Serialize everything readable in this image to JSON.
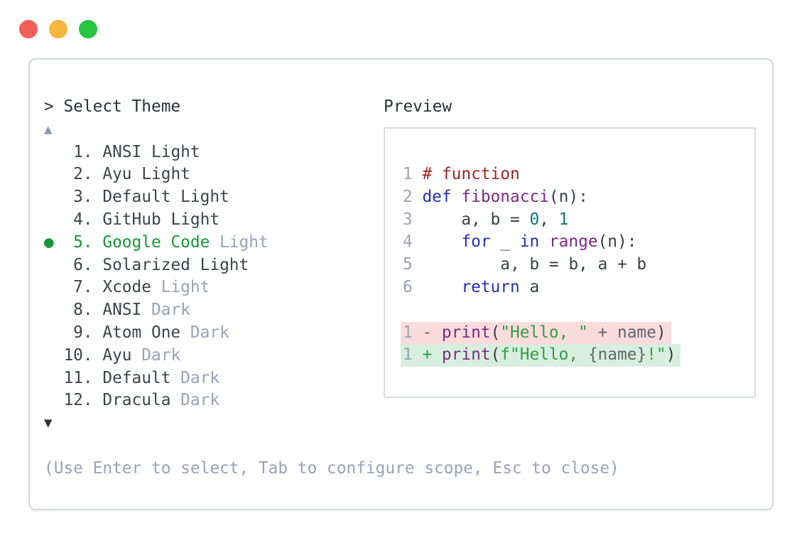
{
  "window": {
    "traffic_lights": [
      "#f2605a",
      "#f4b63d",
      "#27c43f"
    ]
  },
  "picker": {
    "prompt": "> Select Theme",
    "scroll_up_icon": "▲",
    "scroll_down_icon": "▼",
    "items": [
      {
        "num": "1",
        "name": "ANSI",
        "variant": "Light",
        "variant_dim": false,
        "selected": false
      },
      {
        "num": "2",
        "name": "Ayu",
        "variant": "Light",
        "variant_dim": false,
        "selected": false
      },
      {
        "num": "3",
        "name": "Default",
        "variant": "Light",
        "variant_dim": false,
        "selected": false
      },
      {
        "num": "4",
        "name": "GitHub",
        "variant": "Light",
        "variant_dim": false,
        "selected": false
      },
      {
        "num": "5",
        "name": "Google Code",
        "variant": "Light",
        "variant_dim": true,
        "selected": true
      },
      {
        "num": "6",
        "name": "Solarized",
        "variant": "Light",
        "variant_dim": false,
        "selected": false
      },
      {
        "num": "7",
        "name": "Xcode",
        "variant": "Light",
        "variant_dim": true,
        "selected": false
      },
      {
        "num": "8",
        "name": "ANSI",
        "variant": "Dark",
        "variant_dim": true,
        "selected": false
      },
      {
        "num": "9",
        "name": "Atom One",
        "variant": "Dark",
        "variant_dim": true,
        "selected": false
      },
      {
        "num": "10",
        "name": "Ayu",
        "variant": "Dark",
        "variant_dim": true,
        "selected": false
      },
      {
        "num": "11",
        "name": "Default",
        "variant": "Dark",
        "variant_dim": true,
        "selected": false
      },
      {
        "num": "12",
        "name": "Dracula",
        "variant": "Dark",
        "variant_dim": true,
        "selected": false
      }
    ],
    "hint": "(Use Enter to select, Tab to configure scope, Esc to close)"
  },
  "preview": {
    "title": "Preview",
    "lines": [
      {
        "num": "1",
        "diff": null,
        "tokens": [
          {
            "t": "# function",
            "c": "comment"
          }
        ]
      },
      {
        "num": "2",
        "diff": null,
        "tokens": [
          {
            "t": "def",
            "c": "kw"
          },
          {
            "t": " ",
            "c": ""
          },
          {
            "t": "fibonacci",
            "c": "fn"
          },
          {
            "t": "(n):",
            "c": ""
          }
        ]
      },
      {
        "num": "3",
        "diff": null,
        "tokens": [
          {
            "t": "    a, b = ",
            "c": ""
          },
          {
            "t": "0",
            "c": "num"
          },
          {
            "t": ", ",
            "c": ""
          },
          {
            "t": "1",
            "c": "num"
          }
        ]
      },
      {
        "num": "4",
        "diff": null,
        "tokens": [
          {
            "t": "    ",
            "c": ""
          },
          {
            "t": "for",
            "c": "kw"
          },
          {
            "t": " _ ",
            "c": ""
          },
          {
            "t": "in",
            "c": "kw"
          },
          {
            "t": " ",
            "c": ""
          },
          {
            "t": "range",
            "c": "fn"
          },
          {
            "t": "(n):",
            "c": ""
          }
        ]
      },
      {
        "num": "5",
        "diff": null,
        "tokens": [
          {
            "t": "        a, b = b, a + b",
            "c": ""
          }
        ]
      },
      {
        "num": "6",
        "diff": null,
        "tokens": [
          {
            "t": "    ",
            "c": ""
          },
          {
            "t": "return",
            "c": "kw"
          },
          {
            "t": " a",
            "c": ""
          }
        ]
      },
      {
        "blank": true
      },
      {
        "num": "1",
        "diff": "removed",
        "tokens": [
          {
            "t": "-",
            "c": "minus"
          },
          {
            "t": " ",
            "c": ""
          },
          {
            "t": "print",
            "c": "fn"
          },
          {
            "t": "(",
            "c": ""
          },
          {
            "t": "\"Hello, \"",
            "c": "str"
          },
          {
            "t": " + name",
            "c": "muted"
          },
          {
            "t": ")",
            "c": ""
          }
        ]
      },
      {
        "num": "1",
        "diff": "added",
        "tokens": [
          {
            "t": "+",
            "c": "plus"
          },
          {
            "t": " ",
            "c": ""
          },
          {
            "t": "print",
            "c": "fn"
          },
          {
            "t": "(",
            "c": ""
          },
          {
            "t": "f\"Hello, ",
            "c": "str"
          },
          {
            "t": "{name}",
            "c": "muted"
          },
          {
            "t": "!\"",
            "c": "str"
          },
          {
            "t": ")",
            "c": ""
          }
        ]
      }
    ]
  },
  "colors": {
    "border": "#d3d7de",
    "border2": "#d7dbe2",
    "text_dark": "#2b3036",
    "item_text": "#3e444b",
    "dim": "#99a3b4",
    "scroll_up": "#8d99ac",
    "selected_green": "#149a39",
    "line_number": "#9aa3b2",
    "code_text": "#3a3f46",
    "comment": "#9e2521",
    "keyword": "#2730b3",
    "function": "#7c2a83",
    "number": "#0d7474",
    "string": "#2f9e44",
    "minus": "#c53a33",
    "plus": "#269c42",
    "muted": "#61676f",
    "bg_removed": "#fadcdc",
    "bg_added": "#d8efdf"
  }
}
